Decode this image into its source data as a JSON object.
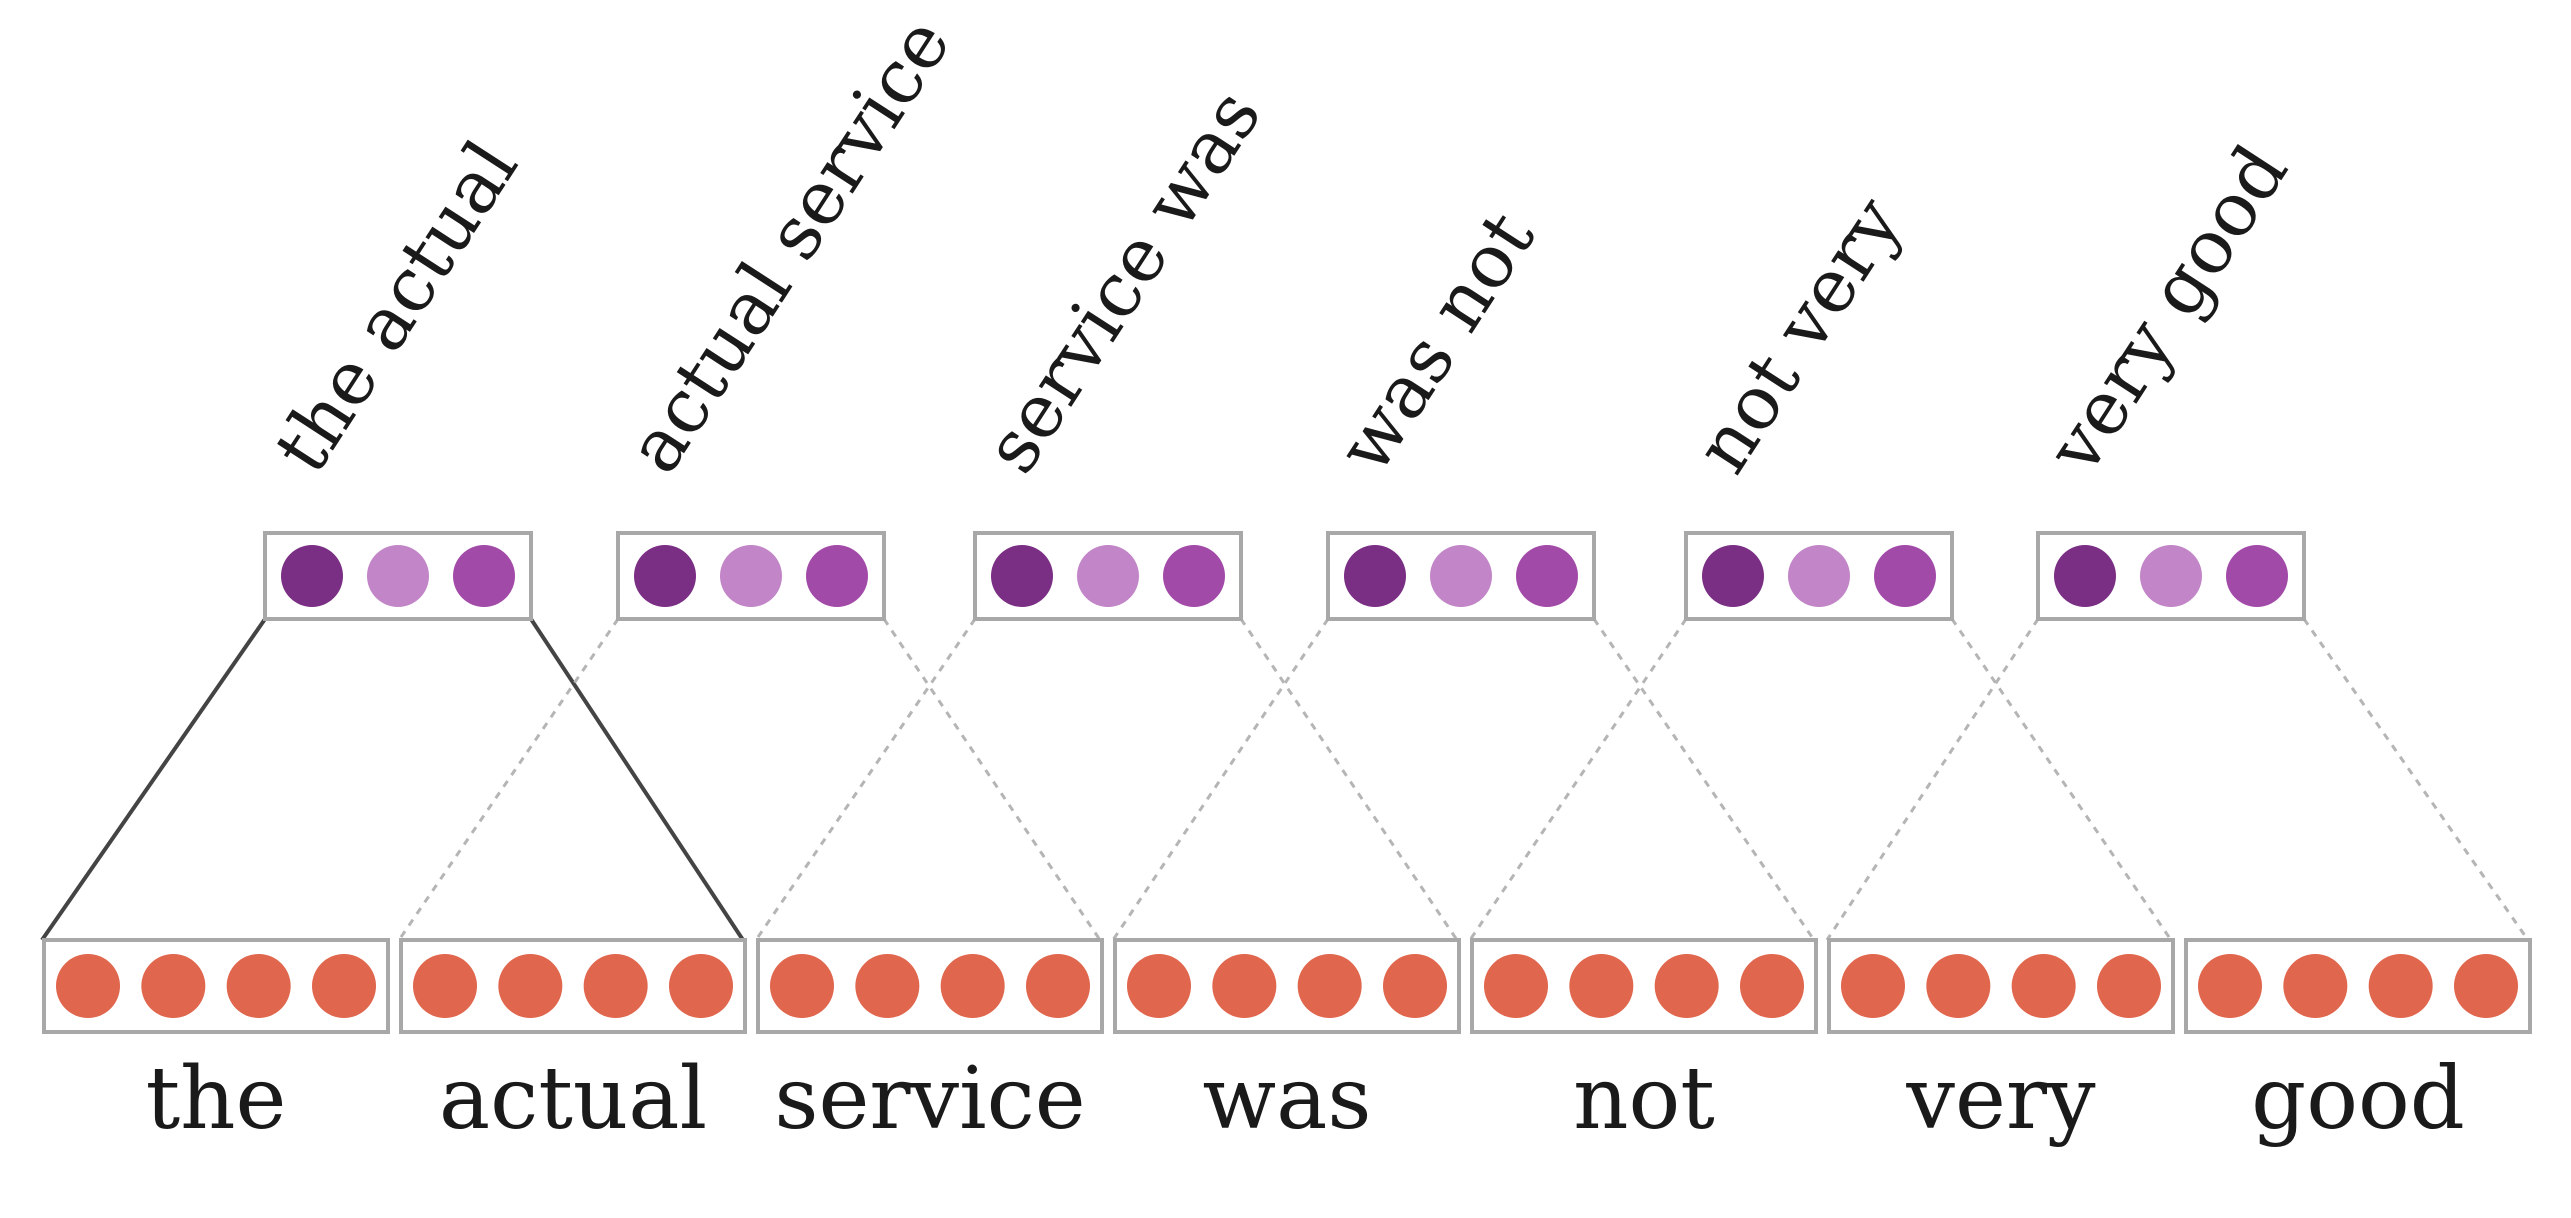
{
  "tokens": [
    "the",
    "actual",
    "service",
    "was",
    "not",
    "very",
    "good"
  ],
  "bigrams": [
    "the actual",
    "actual service",
    "service was",
    "was not",
    "not very",
    "very good"
  ],
  "token_vector_size": 4,
  "bigram_vector_size": 3,
  "colors": {
    "token_unit": "#e0664d",
    "bigram_units": [
      "#7a2e84",
      "#c285c7",
      "#a24aa8"
    ],
    "box_stroke": "#a8a8a8",
    "solid_connector": "#444444",
    "dashed_connector": "#b5b5b5"
  }
}
